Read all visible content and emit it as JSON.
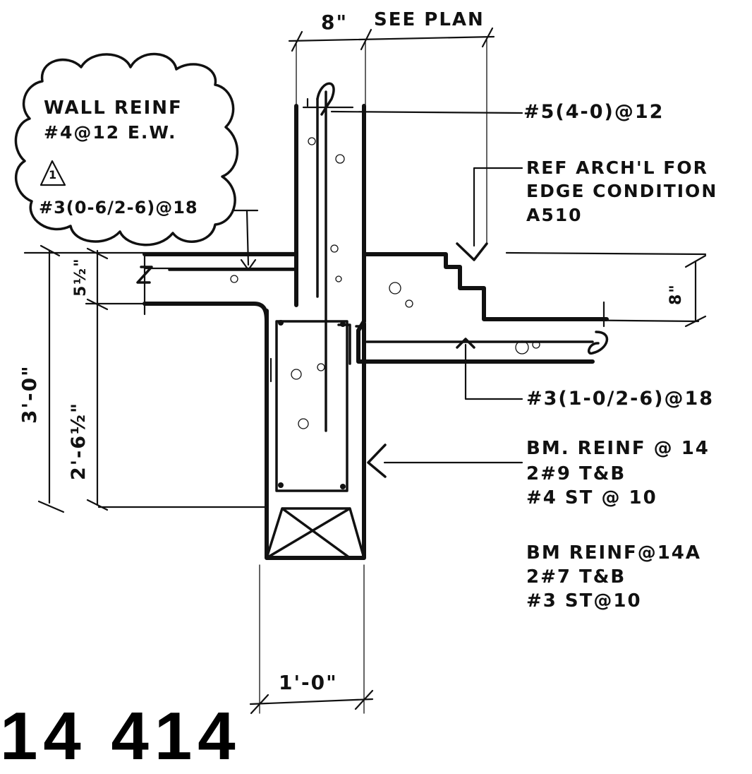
{
  "callout": {
    "wall_reinf_line1": "WALL REINF",
    "wall_reinf_line2": "#4@12 E.W.",
    "revision_number": "1",
    "hook_bar": "#3(0-6/2-6)@18"
  },
  "dimensions": {
    "wall_thickness": "8\"",
    "slab_extent": "SEE PLAN",
    "slab_depth": "5½\"",
    "overall_height": "3'-0\"",
    "beam_height": "2'-6½\"",
    "step_depth": "8\"",
    "beam_width": "1'-0\""
  },
  "notes": {
    "top_bar": "#5(4-0)@12",
    "ref_line1": "REF ARCH'L FOR",
    "ref_line2": "EDGE CONDITION",
    "ref_line3": "A510",
    "lower_bar": "#3(1-0/2-6)@18",
    "bm14_line1": "BM. REINF @ 14",
    "bm14_line2": "2#9 T&B",
    "bm14_line3": "#4 ST @ 10",
    "bm14a_line1": "BM REINF@14A",
    "bm14a_line2": "2#7 T&B",
    "bm14a_line3": "#3 ST@10"
  },
  "title_fragment": "14 414"
}
